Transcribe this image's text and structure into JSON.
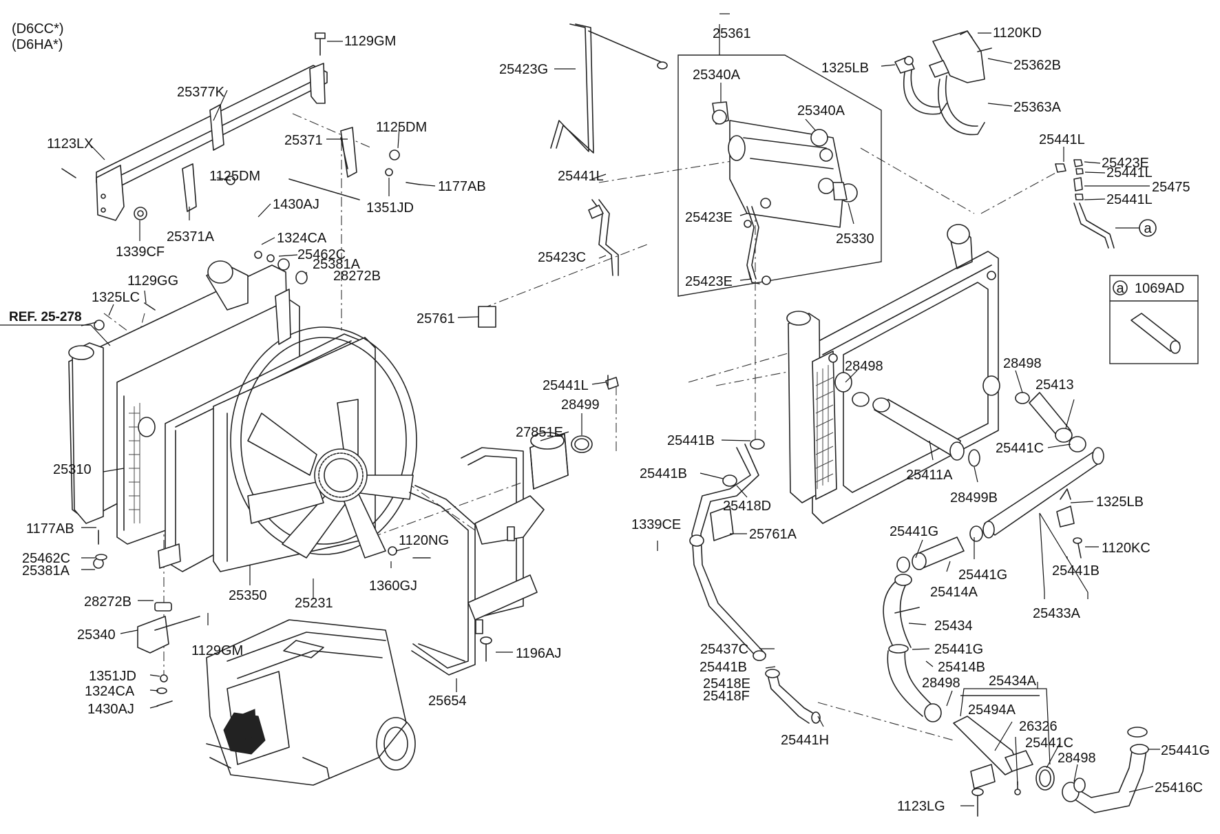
{
  "variants": [
    "(D6CC*)",
    "(D6HA*)"
  ],
  "reference": "REF. 25-278",
  "legend": {
    "marker": "a",
    "part": "1069AD"
  },
  "callouts": [
    {
      "id": "1129GM_top",
      "text": "1129GM"
    },
    {
      "id": "25377K",
      "text": "25377K"
    },
    {
      "id": "1123LX",
      "text": "1123LX"
    },
    {
      "id": "1339CF",
      "text": "1339CF"
    },
    {
      "id": "25371A",
      "text": "25371A"
    },
    {
      "id": "1125DM_left",
      "text": "1125DM"
    },
    {
      "id": "25371",
      "text": "25371"
    },
    {
      "id": "1125DM_right",
      "text": "1125DM"
    },
    {
      "id": "1177AB_top",
      "text": "1177AB"
    },
    {
      "id": "1351JD_top",
      "text": "1351JD"
    },
    {
      "id": "1430AJ_top",
      "text": "1430AJ"
    },
    {
      "id": "1324CA_top",
      "text": "1324CA"
    },
    {
      "id": "25462C_top",
      "text": "25462C"
    },
    {
      "id": "25381A_top",
      "text": "25381A"
    },
    {
      "id": "28272B_top",
      "text": "28272B"
    },
    {
      "id": "1129GG",
      "text": "1129GG"
    },
    {
      "id": "1325LC",
      "text": "1325LC"
    },
    {
      "id": "25310",
      "text": "25310"
    },
    {
      "id": "1177AB_low",
      "text": "1177AB"
    },
    {
      "id": "25462C_low",
      "text": "25462C"
    },
    {
      "id": "25381A_low",
      "text": "25381A"
    },
    {
      "id": "28272B_low",
      "text": "28272B"
    },
    {
      "id": "25340",
      "text": "25340"
    },
    {
      "id": "1129GM_low",
      "text": "1129GM"
    },
    {
      "id": "1351JD_low",
      "text": "1351JD"
    },
    {
      "id": "1324CA_low",
      "text": "1324CA"
    },
    {
      "id": "1430AJ_low",
      "text": "1430AJ"
    },
    {
      "id": "25350",
      "text": "25350"
    },
    {
      "id": "25231",
      "text": "25231"
    },
    {
      "id": "1120NG",
      "text": "1120NG"
    },
    {
      "id": "1360GJ",
      "text": "1360GJ"
    },
    {
      "id": "1196AJ",
      "text": "1196AJ"
    },
    {
      "id": "25654",
      "text": "25654"
    },
    {
      "id": "25423G",
      "text": "25423G"
    },
    {
      "id": "25441L_a",
      "text": "25441L"
    },
    {
      "id": "25423C",
      "text": "25423C"
    },
    {
      "id": "25761",
      "text": "25761"
    },
    {
      "id": "25441L_b",
      "text": "25441L"
    },
    {
      "id": "28499",
      "text": "28499"
    },
    {
      "id": "27851E",
      "text": "27851E"
    },
    {
      "id": "25361",
      "text": "25361"
    },
    {
      "id": "25340A_a",
      "text": "25340A"
    },
    {
      "id": "25340A_b",
      "text": "25340A"
    },
    {
      "id": "25423E_a",
      "text": "25423E"
    },
    {
      "id": "25330",
      "text": "25330"
    },
    {
      "id": "25423E_b",
      "text": "25423E"
    },
    {
      "id": "1120KD",
      "text": "1120KD"
    },
    {
      "id": "1325LB_top",
      "text": "1325LB"
    },
    {
      "id": "25362B",
      "text": "25362B"
    },
    {
      "id": "25363A",
      "text": "25363A"
    },
    {
      "id": "25441L_c",
      "text": "25441L"
    },
    {
      "id": "25423E_c",
      "text": "25423E"
    },
    {
      "id": "25441L_d",
      "text": "25441L"
    },
    {
      "id": "25475",
      "text": "25475"
    },
    {
      "id": "25441L_e",
      "text": "25441L"
    },
    {
      "id": "28498_a",
      "text": "28498"
    },
    {
      "id": "28498_b",
      "text": "28498"
    },
    {
      "id": "25413",
      "text": "25413"
    },
    {
      "id": "25441B_a",
      "text": "25441B"
    },
    {
      "id": "25441B_b",
      "text": "25441B"
    },
    {
      "id": "25418D",
      "text": "25418D"
    },
    {
      "id": "25411A",
      "text": "25411A"
    },
    {
      "id": "25441C_a",
      "text": "25441C"
    },
    {
      "id": "28499B",
      "text": "28499B"
    },
    {
      "id": "1339CE",
      "text": "1339CE"
    },
    {
      "id": "25761A",
      "text": "25761A"
    },
    {
      "id": "1325LB_low",
      "text": "1325LB"
    },
    {
      "id": "25441G_a",
      "text": "25441G"
    },
    {
      "id": "25441G_b",
      "text": "25441G"
    },
    {
      "id": "25414A",
      "text": "25414A"
    },
    {
      "id": "1120KC",
      "text": "1120KC"
    },
    {
      "id": "25441B_c",
      "text": "25441B"
    },
    {
      "id": "25434",
      "text": "25434"
    },
    {
      "id": "25433A",
      "text": "25433A"
    },
    {
      "id": "25437C",
      "text": "25437C"
    },
    {
      "id": "25441G_c",
      "text": "25441G"
    },
    {
      "id": "25441B_d",
      "text": "25441B"
    },
    {
      "id": "25414B",
      "text": "25414B"
    },
    {
      "id": "25418E",
      "text": "25418E"
    },
    {
      "id": "25418F",
      "text": "25418F"
    },
    {
      "id": "28498_c",
      "text": "28498"
    },
    {
      "id": "25434A",
      "text": "25434A"
    },
    {
      "id": "25494A",
      "text": "25494A"
    },
    {
      "id": "26326",
      "text": "26326"
    },
    {
      "id": "25441H",
      "text": "25441H"
    },
    {
      "id": "25441C_b",
      "text": "25441C"
    },
    {
      "id": "28498_d",
      "text": "28498"
    },
    {
      "id": "25441G_d",
      "text": "25441G"
    },
    {
      "id": "25416C",
      "text": "25416C"
    },
    {
      "id": "1123LG",
      "text": "1123LG"
    }
  ]
}
